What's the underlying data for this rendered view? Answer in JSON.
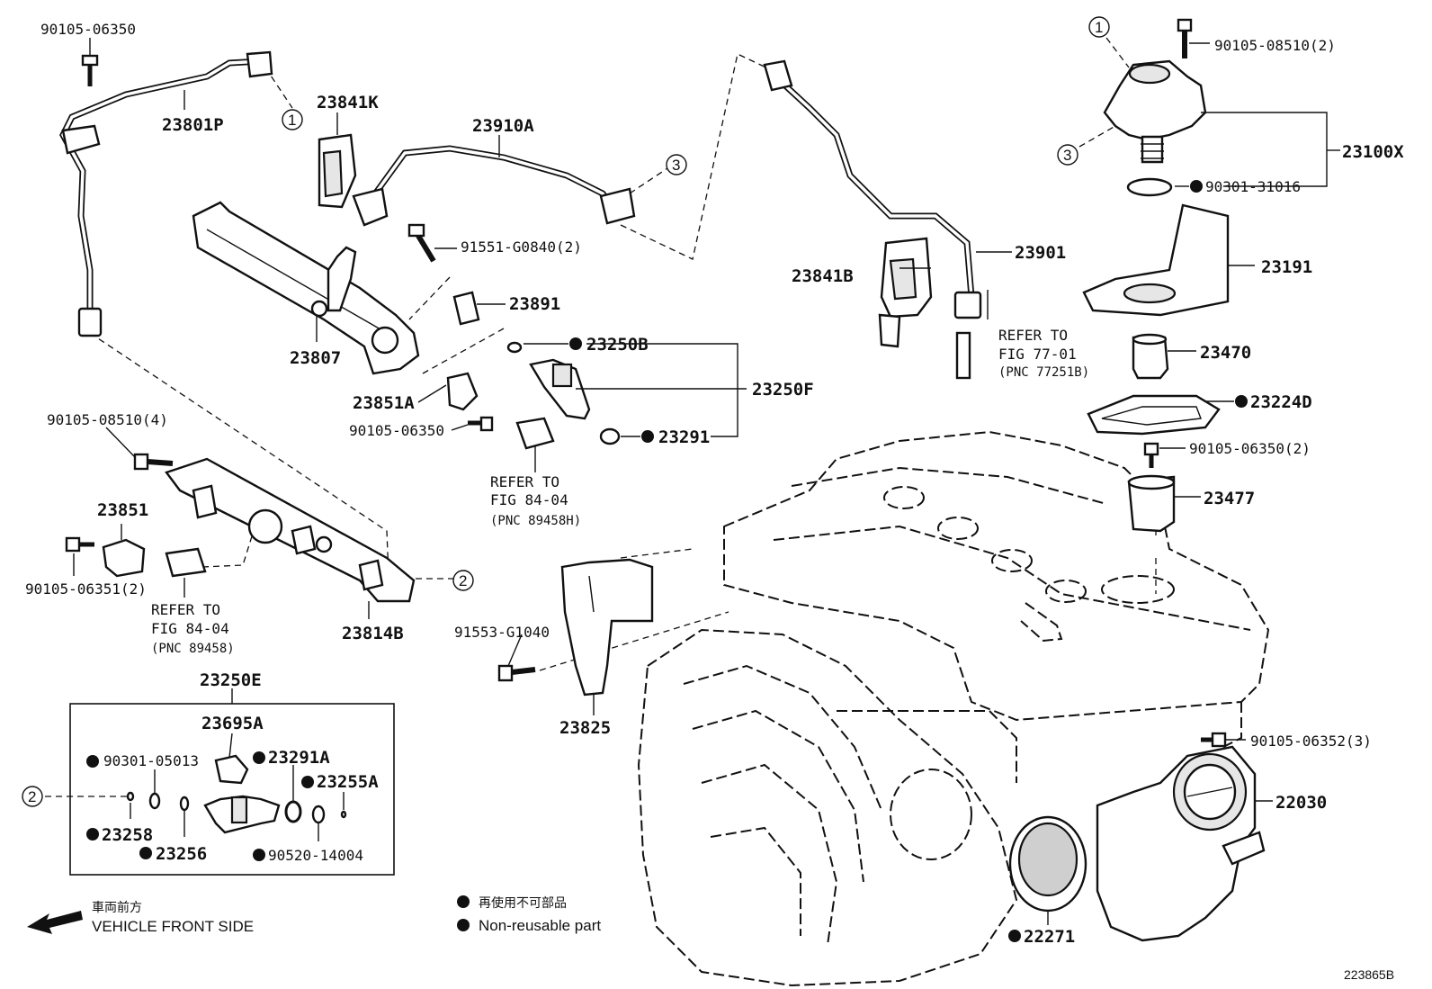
{
  "parts": {
    "p90105_06350_top": "90105-06350",
    "p23801P": "23801P",
    "p23841K": "23841K",
    "p23910A": "23910A",
    "p91551_G0840": "91551-G0840(2)",
    "p23891": "23891",
    "p23807": "23807",
    "p23250B": "23250B",
    "p23250F": "23250F",
    "p23851A": "23851A",
    "p90105_06350_mid": "90105-06350",
    "p23291": "23291",
    "p90105_08510_4": "90105-08510(4)",
    "p23851": "23851",
    "p90105_06351": "90105-06351(2)",
    "p23814B": "23814B",
    "p23250E": "23250E",
    "p23695A": "23695A",
    "p90301_05013": "90301-05013",
    "p23291A": "23291A",
    "p23255A": "23255A",
    "p23258": "23258",
    "p23256": "23256",
    "p90520_14004": "90520-14004",
    "p91553_G1040": "91553-G1040",
    "p23825": "23825",
    "p23841B": "23841B",
    "p23901": "23901",
    "p90105_08510_2": "90105-08510(2)",
    "p23100X": "23100X",
    "p90301_31016": "90301-31016",
    "p23191": "23191",
    "p23470": "23470",
    "p23224D": "23224D",
    "p90105_06350_2": "90105-06350(2)",
    "p23477": "23477",
    "p90105_06352": "90105-06352(3)",
    "p22030": "22030",
    "p22271": "22271"
  },
  "refs": {
    "r1_line1": "REFER TO",
    "r1_line2": "FIG 84-04",
    "r1_line3": "(PNC 89458H)",
    "r2_line1": "REFER TO",
    "r2_line2": "FIG 84-04",
    "r2_line3": "(PNC 89458)",
    "r3_line1": "REFER TO",
    "r3_line2": "FIG 77-01",
    "r3_line3": "(PNC 77251B)"
  },
  "callouts": {
    "c1": "1",
    "c2": "2",
    "c3": "3"
  },
  "legend": {
    "front_cn": "車両前方",
    "front_en": "VEHICLE FRONT SIDE",
    "nonreuse_cn": "再使用不可部品",
    "nonreuse_en": "Non-reusable part"
  },
  "figure_id": "223865B"
}
